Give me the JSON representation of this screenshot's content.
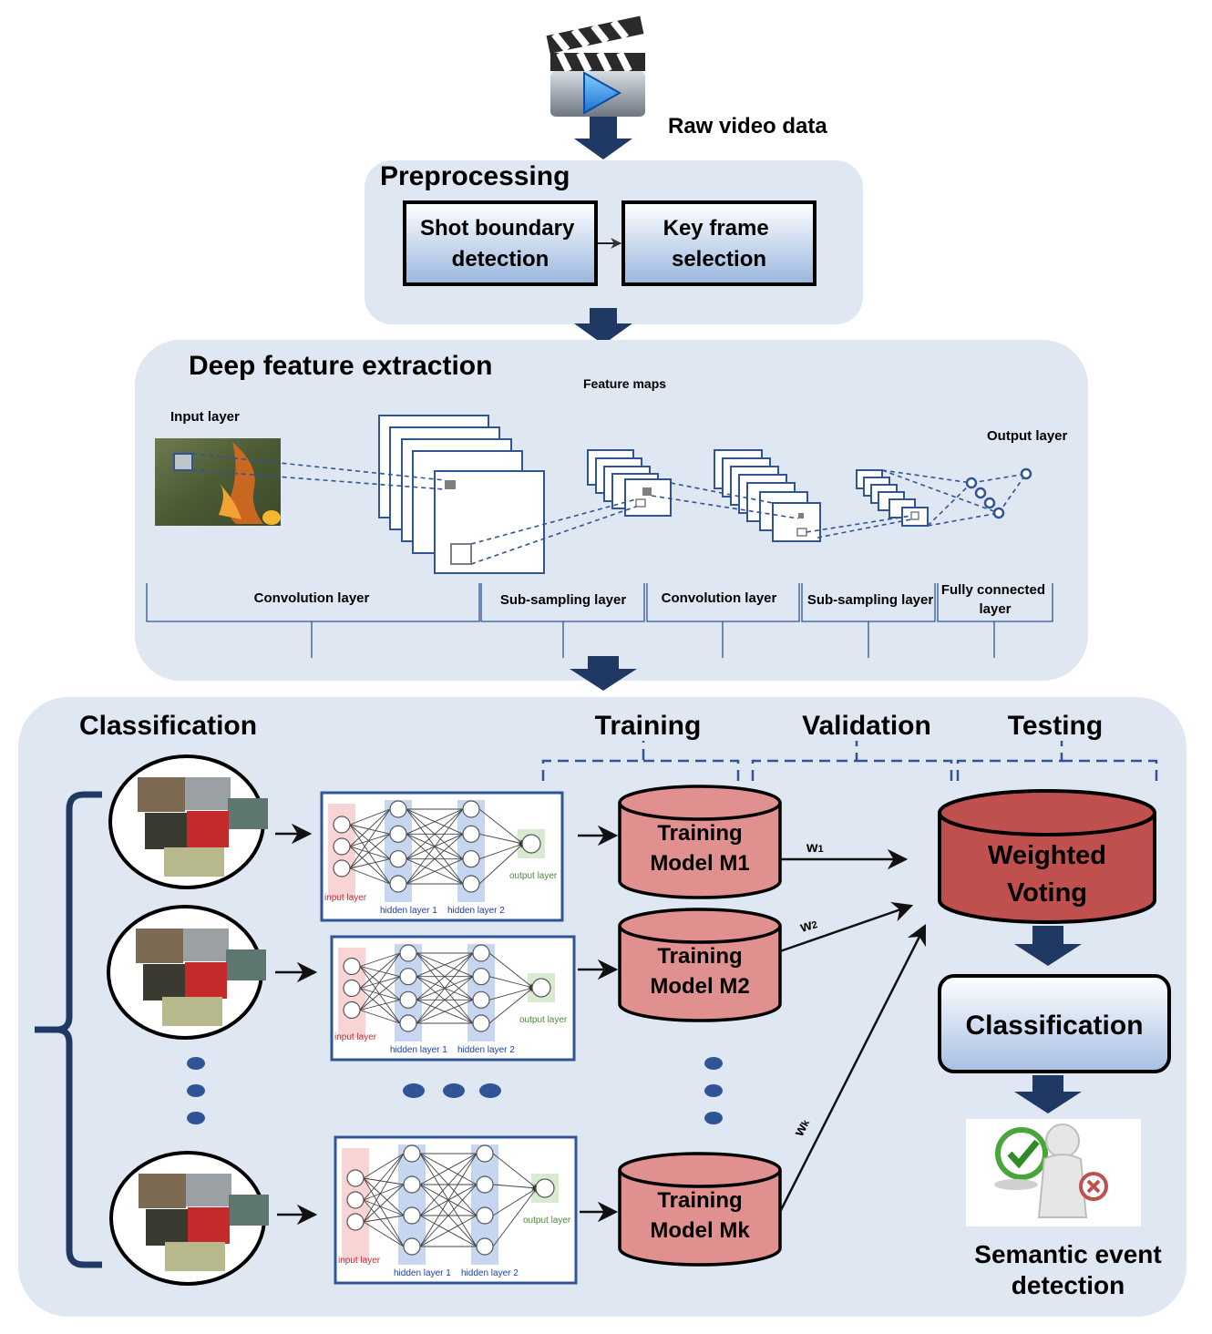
{
  "source": {
    "label": "Raw video data",
    "icon": "video-clapperboard-icon"
  },
  "preprocessing": {
    "title": "Preprocessing",
    "steps": [
      "Shot boundary detection",
      "Key frame selection"
    ]
  },
  "feature_extraction": {
    "title": "Deep feature extraction",
    "input_label": "Input layer",
    "feature_maps_label": "Feature maps",
    "output_label": "Output layer",
    "stages": [
      "Convolution layer",
      "Sub-sampling layer",
      "Convolution layer",
      "Sub-sampling layer",
      "Fully connected layer"
    ]
  },
  "classification": {
    "title": "Classification",
    "phases": [
      "Training",
      "Validation",
      "Testing"
    ],
    "network_labels": {
      "input": "input layer",
      "hidden1": "hidden layer 1",
      "hidden2": "hidden layer 2",
      "output": "output layer"
    },
    "models": [
      "Training Model M1",
      "Training Model M2",
      "Training Model Mk"
    ],
    "weights": [
      "w1",
      "w2",
      "wk"
    ],
    "voting": "Weighted Voting",
    "classifier": "Classification",
    "result": "Semantic event detection"
  },
  "colors": {
    "panel": "#dfe7f3",
    "navy": "#1f3864",
    "model_fill": "#e0908f",
    "voting_fill": "#c0504d",
    "line_blue": "#2f5597"
  }
}
